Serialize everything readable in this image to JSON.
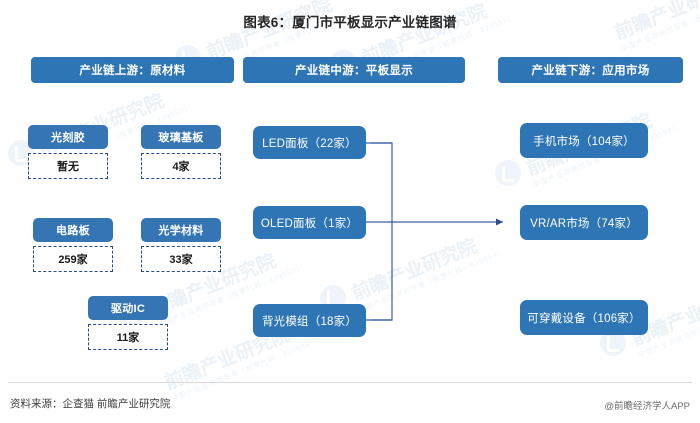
{
  "title": "图表6：厦门市平板显示产业链图谱",
  "colors": {
    "header_blue": "#2e75b6",
    "node_blue": "#3575b4",
    "dashed_border": "#2b4b8c",
    "link_line": "#3b5fa4",
    "title_text": "#262626"
  },
  "headers": [
    {
      "id": "upstream",
      "label": "产业链上游：原材料"
    },
    {
      "id": "midstream",
      "label": "产业链中游：平板显示"
    },
    {
      "id": "downstream",
      "label": "产业链下游：应用市场"
    }
  ],
  "upstream": {
    "nodes": [
      {
        "name": "光刻胶",
        "value": "暂无"
      },
      {
        "name": "玻璃基板",
        "value": "4家"
      },
      {
        "name": "电路板",
        "value": "259家"
      },
      {
        "name": "光学材料",
        "value": "33家"
      },
      {
        "name": "驱动IC",
        "value": "11家"
      }
    ]
  },
  "midstream": {
    "nodes": [
      {
        "label": "LED面板（22家）"
      },
      {
        "label": "OLED面板（1家）"
      },
      {
        "label": "背光模组（18家）"
      }
    ]
  },
  "downstream": {
    "nodes": [
      {
        "label": "手机市场（104家）"
      },
      {
        "label": "VR/AR市场（74家）"
      },
      {
        "label": "可穿戴设备（106家）"
      }
    ]
  },
  "footer": {
    "source": "资料来源：企查猫 前瞻产业研究院",
    "app": "@前瞻经济学人APP"
  },
  "watermark": {
    "text": "前瞻产业研究院",
    "sub": "中国产业咨询领导者（股票代码：839599）"
  }
}
